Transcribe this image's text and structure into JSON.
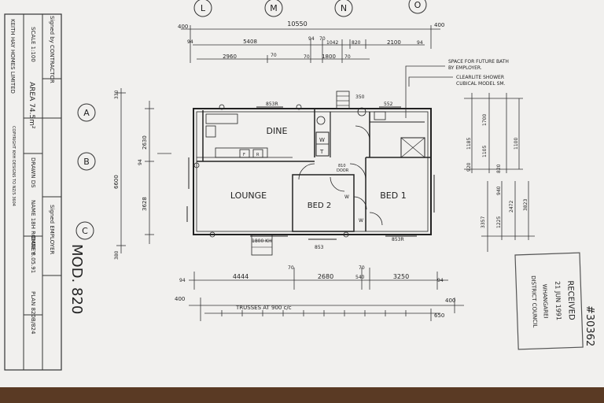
{
  "title_block": {
    "signed_contractor": "Signed by CONTRACTOR",
    "signed_employer": "Signed EMPLOYER",
    "company": "KEITH HAY HOMES LIMITED",
    "scale": "SCALE 1:100",
    "area": "AREA 74.5m²",
    "drawn": "DRAWN DS",
    "name": "NAME 18H ROMNEY",
    "date": "DATE 8.05.91",
    "plan_no": "PLAN 820B/824",
    "copyright": "COPYRIGHT KHH DESIGNS TO NZ/S 3604",
    "model": "MOD. 820"
  },
  "grid_labels": {
    "columns": [
      "L",
      "M",
      "N",
      "O"
    ],
    "rows": [
      "A",
      "B",
      "C"
    ]
  },
  "rooms": {
    "dine": "DINE",
    "lounge": "LOUNGE",
    "bed1": "BED 1",
    "bed2": "BED 2",
    "door": "DOOR",
    "door_size": "810",
    "washer": "W",
    "tub": "T",
    "fridge": "F",
    "range": "R",
    "window_top_dine": "853R",
    "window_top_bath": "552",
    "window_lounge": "1800 KH",
    "window_bed2": "853",
    "window_bed1": "853R",
    "top_mark": "350"
  },
  "dimensions": {
    "overall_width": "10550",
    "left_edge": "400",
    "right_edge": "400",
    "end_left": "94",
    "end_right": "94",
    "seg1": "5408",
    "seg2": "94",
    "seg3": "70",
    "seg4": "1042",
    "seg5": "820",
    "seg6": "2100",
    "sub1": "2960",
    "sub2": "70",
    "sub3": "70",
    "sub4": "1800",
    "sub5": "70",
    "bottom1": "4444",
    "bottom2": "2680",
    "bottom3": "3250",
    "bottom_end1": "94",
    "bottom_end2": "94",
    "bottom_mid1": "70",
    "bottom_mid2": "70",
    "bottom_mid3": "540",
    "trusses": "TRUSSES AT 900 c/c",
    "trusses_left": "400",
    "trusses_right": "400",
    "trusses_far": "650",
    "left_total": "6600",
    "left_a": "2630",
    "left_b": "3628",
    "left_c": "94",
    "left_d": "380",
    "left_e": "330",
    "right_a": "1185",
    "right_b": "1700",
    "right_c": "1105",
    "right_d": "1100",
    "right_e": "3357",
    "right_f": "3823",
    "right_g": "1225",
    "right_h": "940",
    "right_i": "2472",
    "right_j": "820",
    "right_k": "920"
  },
  "notes": {
    "note1a": "SPACE FOR FUTURE BATH",
    "note1b": "BY EMPLOYER.",
    "note2a": "CLEARLITE SHOWER",
    "note2b": "CUBICAL MODEL SM."
  },
  "stamp": {
    "line1": "RECEIVED",
    "line2": "21 JUN 1991",
    "line3": "WHANGAREI",
    "line4": "DISTRICT COUNCIL",
    "number": "#30362"
  }
}
